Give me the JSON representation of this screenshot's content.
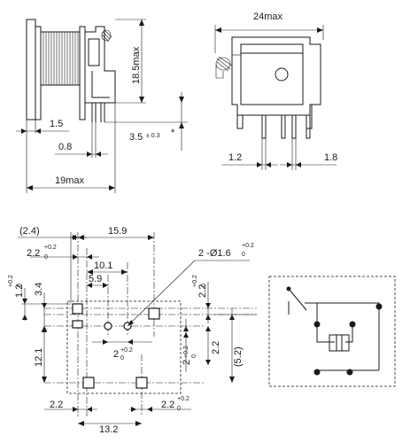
{
  "side_view": {
    "height": "18.5max",
    "leg_offset": "1.5",
    "pin_width": "0.8",
    "pin_length": "3.5",
    "pin_length_tol": "± 0.3",
    "pin_length_mark": "*",
    "width": "19max"
  },
  "front_view": {
    "width": "24max",
    "left_pin": "1.2",
    "right_pin": "1.8"
  },
  "pcb_layout": {
    "offset_24": "(2.4)",
    "dim_159": "15.9",
    "dim_22_top": "2.2",
    "dim_22_top_tol": "+0.2",
    "dim_22_top_base": "0",
    "dim_101": "10.1",
    "dim_59": "5.9",
    "hole_note": "2 -Ø1.6",
    "hole_tol": "+0.2",
    "hole_base": "0",
    "dim_12": "1.2",
    "dim_12_tol": "+0.2",
    "dim_12_base": "0",
    "dim_34": "3.4",
    "dim_121": "12.1",
    "dim_22_right_top": "2.2",
    "dim_22_right_top_tol": "+0.2",
    "dim_22_right_top_base": "0",
    "dim_2_mid": "2",
    "dim_2_mid_tol": "+0.2",
    "dim_2_mid_base": "0",
    "dim_2_right": "2",
    "dim_2_right_tol": "+0.2",
    "dim_2_right_base": "0",
    "dim_22_right": "2.2",
    "dim_52": "(5.2)",
    "dim_22_bl": "2.2",
    "dim_132": "13.2",
    "dim_22_br": "2.2",
    "dim_22_br_tol": "+0.2",
    "dim_22_br_base": "0"
  }
}
